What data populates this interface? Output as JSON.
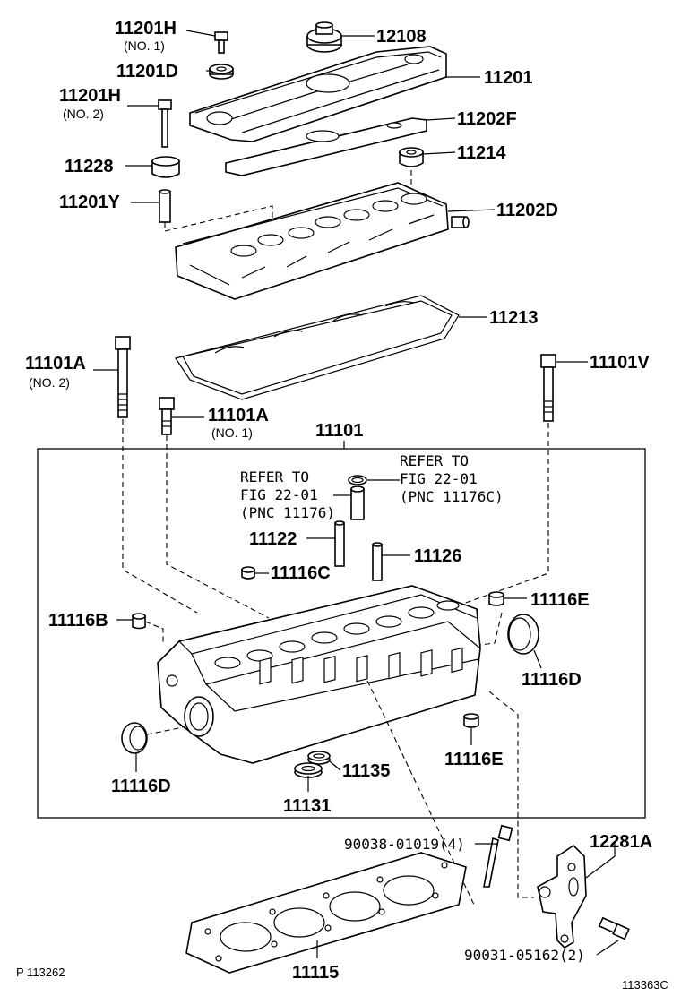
{
  "footer": {
    "left_code": "P 113262",
    "right_code": "113363C"
  },
  "group_box_label": "11101",
  "labels": {
    "p12108": "12108",
    "p11201H_1": "11201H",
    "p11201H_1_sub": "(NO. 1)",
    "p11201D": "11201D",
    "p11201": "11201",
    "p11201H_2": "11201H",
    "p11201H_2_sub": "(NO. 2)",
    "p11202F": "11202F",
    "p11228": "11228",
    "p11214": "11214",
    "p11201Y": "11201Y",
    "p11202D": "11202D",
    "p11213": "11213",
    "p11101A_2": "11101A",
    "p11101A_2_sub": "(NO. 2)",
    "p11101V": "11101V",
    "p11101A_1": "11101A",
    "p11101A_1_sub": "(NO. 1)",
    "ref1_line1": "REFER TO",
    "ref1_line2": "FIG 22-01",
    "ref1_line3": "(PNC 11176)",
    "ref2_line1": "REFER TO",
    "ref2_line2": "FIG 22-01",
    "ref2_line3": "(PNC 11176C)",
    "p11122": "11122",
    "p11126": "11126",
    "p11116C": "11116C",
    "p11116E_top": "11116E",
    "p11116B": "11116B",
    "p11116D_right": "11116D",
    "p11116D_left": "11116D",
    "p11135": "11135",
    "p11116E_bottom": "11116E",
    "p11131": "11131",
    "p90038": "90038-01019(4)",
    "p12281A": "12281A",
    "p90031": "90031-05162(2)",
    "p11115": "11115"
  }
}
